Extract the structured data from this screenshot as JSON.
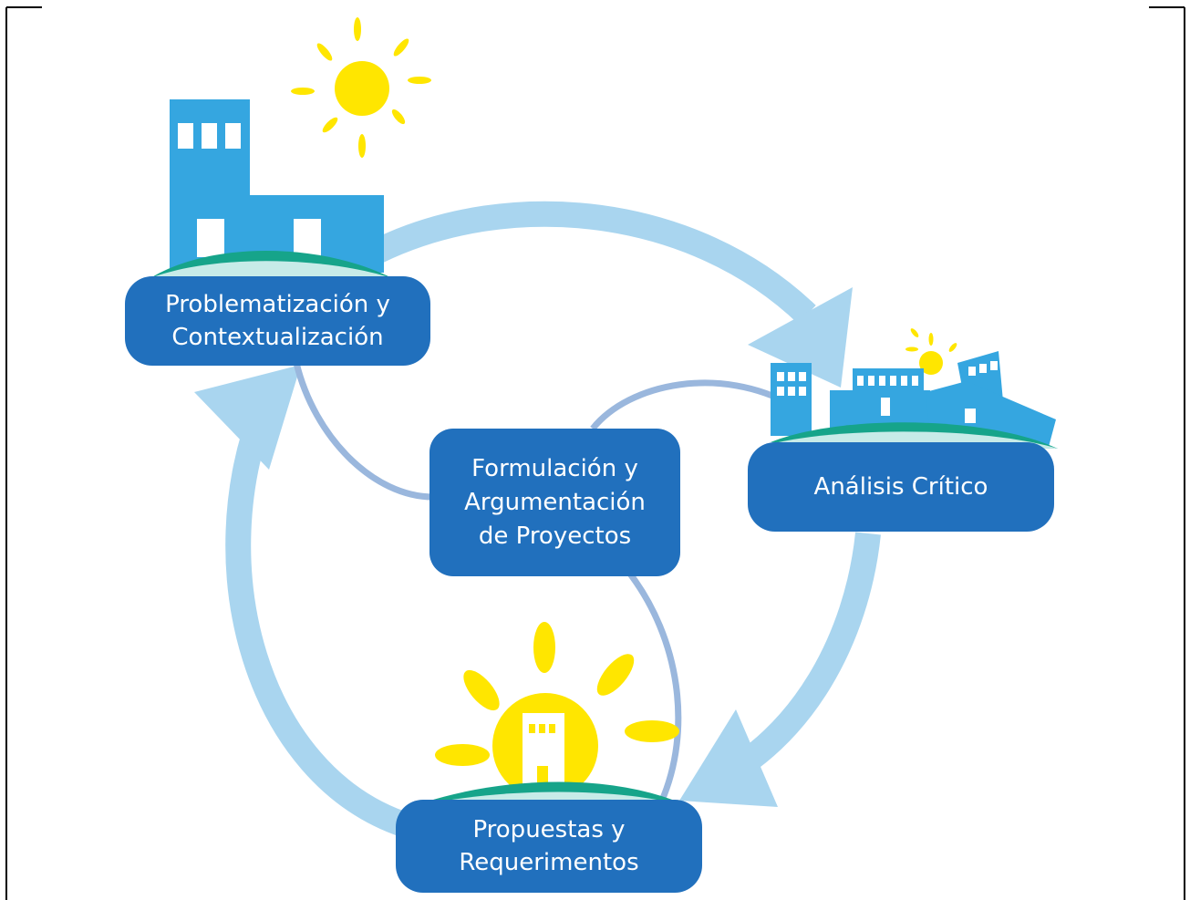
{
  "diagram": {
    "nodes": {
      "problematizacion": {
        "line1": "Problematización y",
        "line2": "Contextualización"
      },
      "analisis": {
        "line1": "Análisis Crítico"
      },
      "formulacion": {
        "line1": "Formulación y",
        "line2": "Argumentación",
        "line3": "de Proyectos"
      },
      "propuestas": {
        "line1": "Propuestas y",
        "line2": "Requerimentos"
      }
    },
    "colors": {
      "node_fill": "#2170bd",
      "node_text": "#ffffff",
      "cycle_arrow": "#a9d5ef",
      "connector_line": "#9ab7dd",
      "building": "#35a6e0",
      "sun": "#ffe600",
      "hill_green": "#16a48a",
      "hill_light": "#c7ebe8",
      "frame_line": "#000000"
    },
    "icons": [
      "building-icon",
      "sun-icon",
      "city-skyline-icon",
      "sun-building-icon",
      "hill-icon"
    ]
  }
}
